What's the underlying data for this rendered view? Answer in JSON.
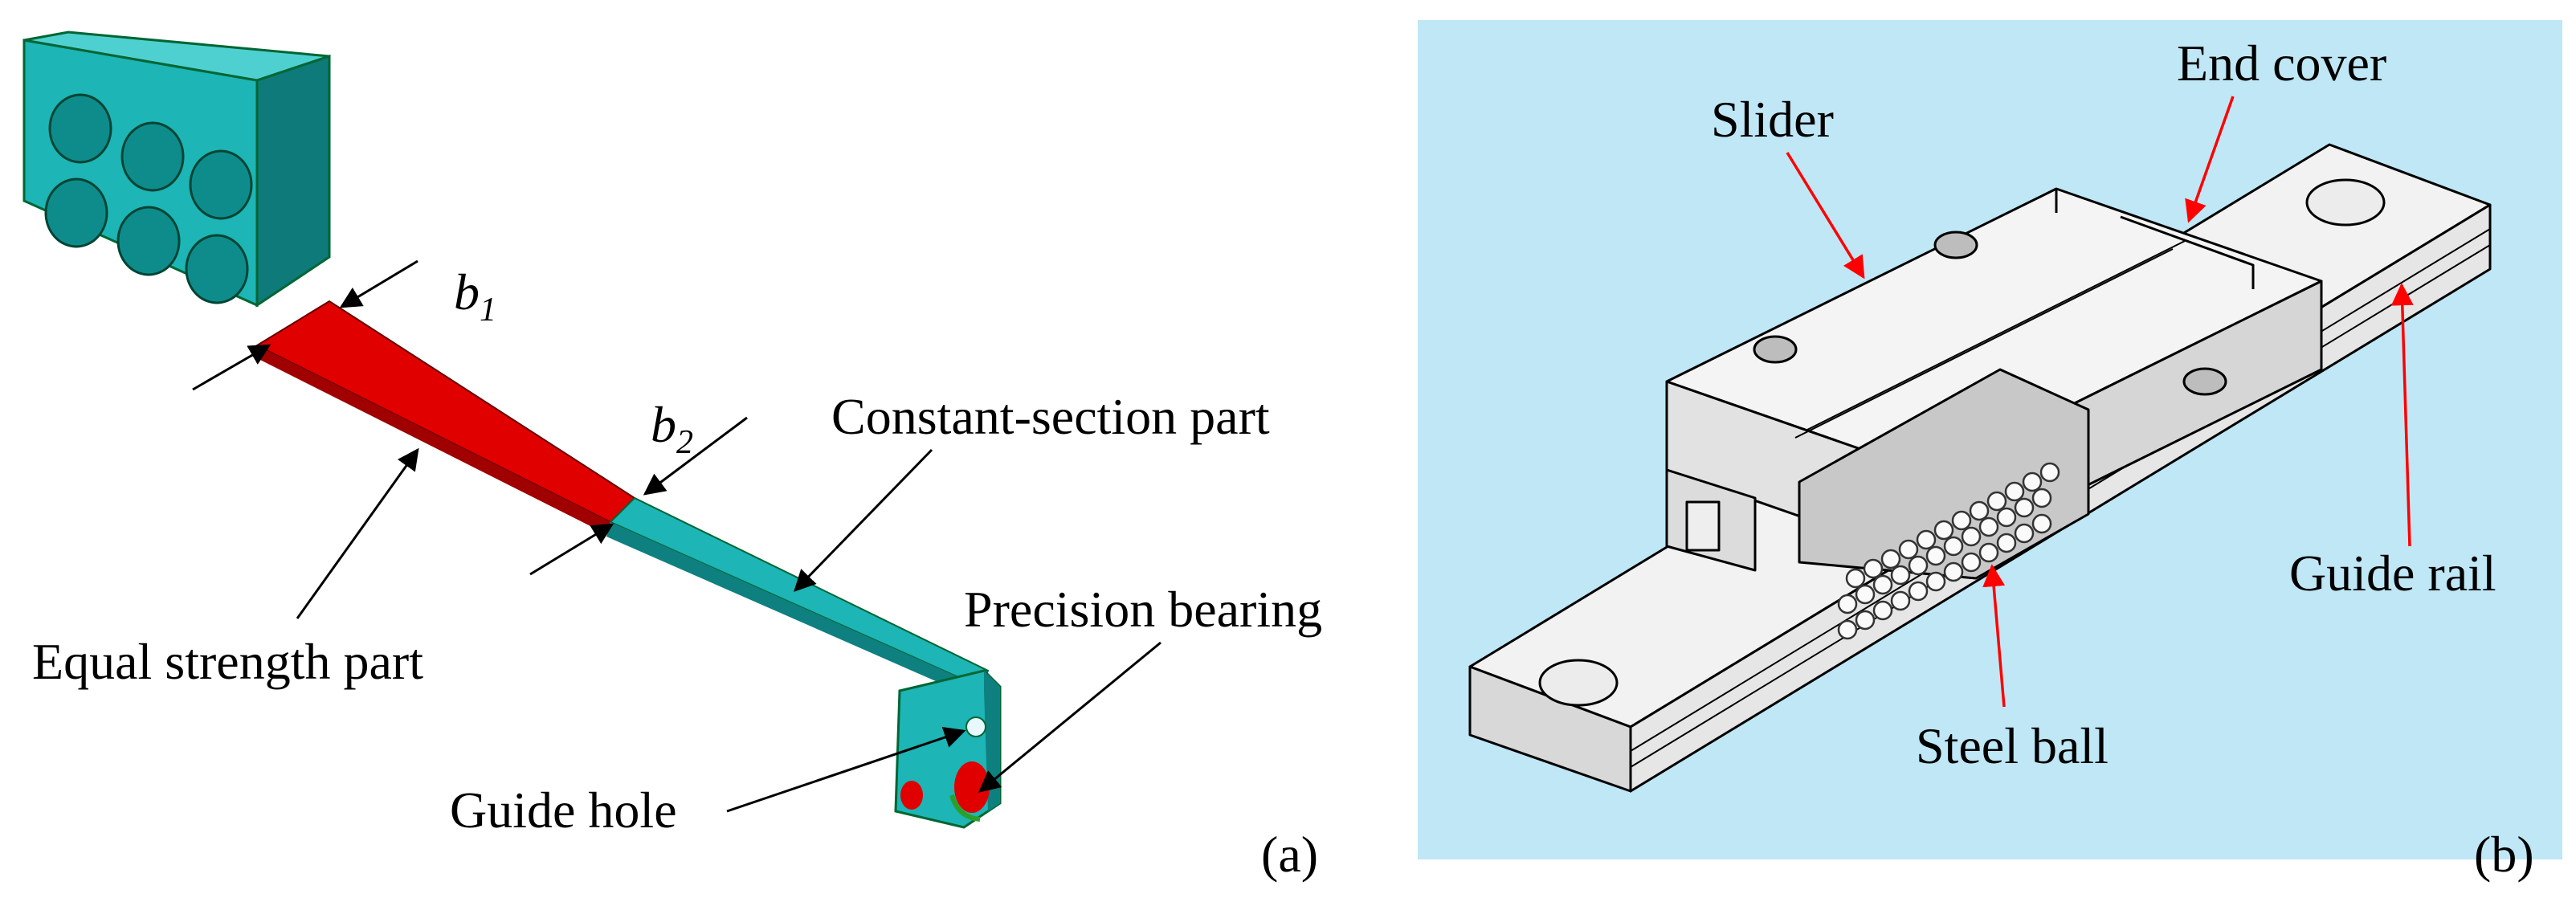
{
  "panel_a": {
    "label": "(a)",
    "dim_b1": {
      "sym": "b",
      "sub": "1"
    },
    "dim_b2": {
      "sym": "b",
      "sub": "2"
    },
    "constant_section": "Constant-section part",
    "equal_strength": "Equal strength part",
    "precision_bearing": "Precision bearing",
    "guide_hole": "Guide hole"
  },
  "panel_b": {
    "label": "(b)",
    "slider": "Slider",
    "end_cover": "End cover",
    "guide_rail": "Guide rail",
    "steel_ball": "Steel ball"
  },
  "colors": {
    "teal": "#1db5b5",
    "teal_dark": "#0f8a8a",
    "red": "#e00000",
    "panel_b_bg": "#bfe7f6",
    "arrow_red": "#ff0000"
  }
}
